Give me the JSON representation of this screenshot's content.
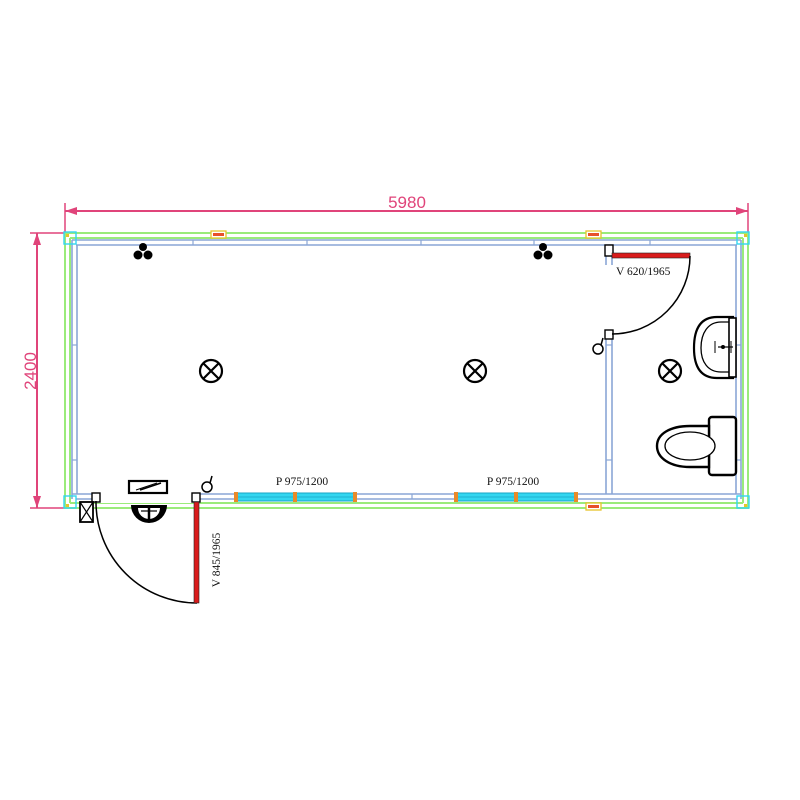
{
  "dimensions": {
    "length": "5980",
    "width": "2400"
  },
  "openings": {
    "window_left": "P 975/1200",
    "window_right": "P 975/1200",
    "entrance_door": "V 845/1965",
    "bathroom_door": "V 620/1965"
  },
  "colors": {
    "dimension_line": "#e0447a",
    "outer_wall": "#9aeb7a",
    "inner_wall": "#8aa6d6",
    "window_glass": "#33d6f0",
    "door_leaf": "#d91c1c",
    "marker": "#e6c42a",
    "fixture_line": "#000000"
  },
  "icons": {
    "lamp": "ceiling-light-icon",
    "socket": "double-socket-icon",
    "switch": "light-switch-icon"
  }
}
